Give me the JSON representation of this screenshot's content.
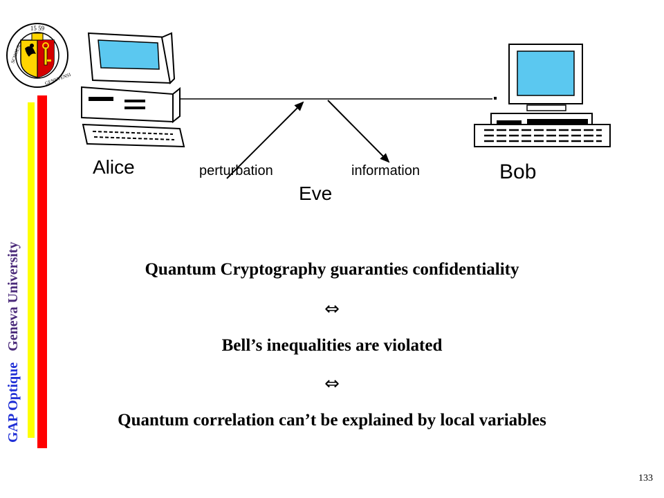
{
  "sidebar": {
    "lab": "GAP Optique",
    "university": "Geneva University"
  },
  "seal": {
    "text_top": "15 59",
    "text_ring": "SCHOLA GENEVENSIS"
  },
  "diagram": {
    "alice": "Alice",
    "bob": "Bob",
    "eve": "Eve",
    "perturbation": "perturbation",
    "information": "information"
  },
  "statements": {
    "line1": "Quantum Cryptography guaranties confidentiality",
    "equiv1": "⇔",
    "line2": "Bell’s inequalities are violated",
    "equiv2": "⇔",
    "line3": "Quantum correlation can’t be explained by local variables"
  },
  "page_number": "133",
  "colors": {
    "yellow_bar": "#ffff00",
    "red_bar": "#ff0000",
    "screen": "#5bc8f0"
  }
}
